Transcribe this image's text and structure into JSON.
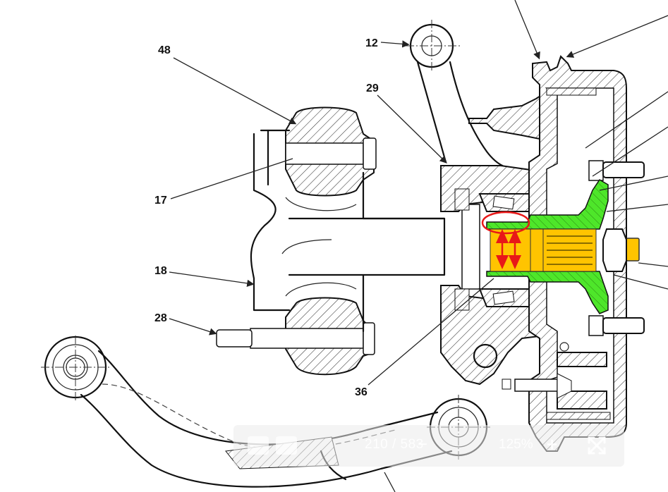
{
  "viewer": {
    "document_type": "pdf",
    "toolbar": {
      "page_current": "210",
      "page_total": "583",
      "page_display": "210 / 583",
      "zoom_out_label": "−",
      "zoom_level": "125%",
      "zoom_in_label": "+",
      "left_buttons": [
        "sidebar-toggle-icon",
        "rotate-icon"
      ],
      "fullscreen_icon": "fullscreen-expand-icon"
    }
  },
  "drawing": {
    "callouts": [
      {
        "id": "48",
        "text": "48"
      },
      {
        "id": "12",
        "text": "12"
      },
      {
        "id": "29",
        "text": "29"
      },
      {
        "id": "17",
        "text": "17"
      },
      {
        "id": "18",
        "text": "18"
      },
      {
        "id": "28",
        "text": "28"
      },
      {
        "id": "36",
        "text": "36"
      }
    ],
    "highlights": {
      "hub_color": "#4ee62a",
      "shaft_color": "#ffc400",
      "annotation_color": "#e81818",
      "annotation": "red ellipse with double-headed arrows marking clearance between shaft and hub"
    }
  }
}
